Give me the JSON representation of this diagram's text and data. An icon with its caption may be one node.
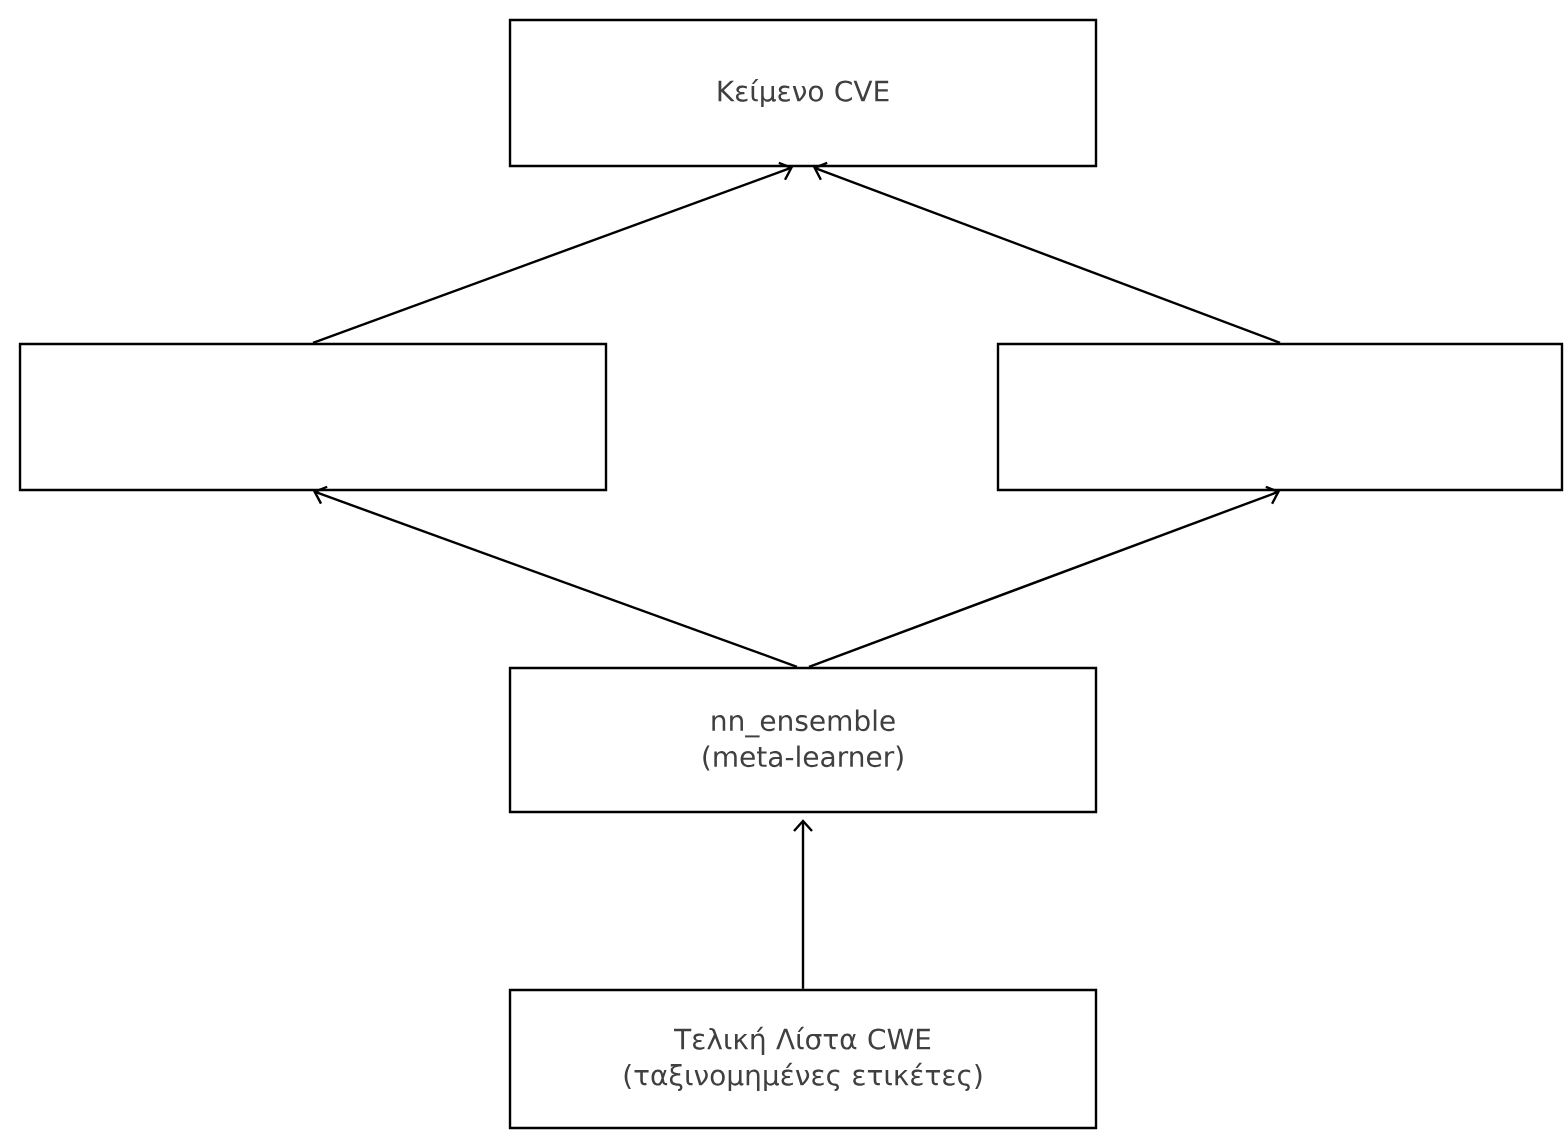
{
  "diagram": {
    "nodes": [
      {
        "text": [
          "Κείμενο CVE"
        ]
      },
      {
        "text": [],
        "shape": "box"
      },
      {
        "text": [],
        "shape": "box"
      },
      {
        "text": [
          "nn_ensemble (meta-learner)"
        ]
      },
      {
        "text": [
          "Τελική Λίστα CWE (ταξινομημένες ετικέτες)"
        ]
      }
    ],
    "edges": [
      {
        "from": 1,
        "to": 0,
        "arrow": "to"
      },
      {
        "from": 2,
        "to": 0,
        "arrow": "to"
      },
      {
        "from": 3,
        "to": 1,
        "arrow": "to"
      },
      {
        "from": 3,
        "to": 2,
        "arrow": "to"
      },
      {
        "from": 4,
        "to": 3,
        "arrow": "to"
      }
    ]
  }
}
